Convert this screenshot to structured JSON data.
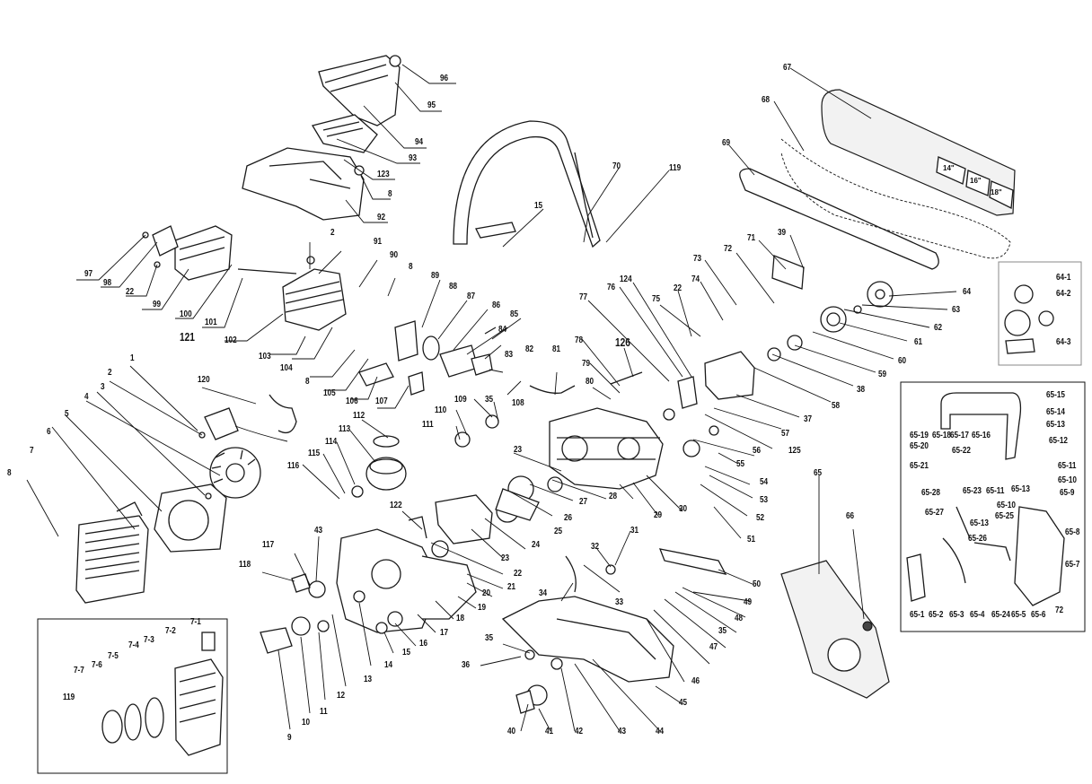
{
  "labels": {
    "l96": "96",
    "l95": "95",
    "l94": "94",
    "l93": "93",
    "l123": "123",
    "l8a": "8",
    "l92": "92",
    "l97": "97",
    "l98": "98",
    "l22a": "22",
    "l99": "99",
    "l100": "100",
    "l2a": "2",
    "l91": "91",
    "l90": "90",
    "l8b": "8",
    "l101": "101",
    "l102": "102",
    "l89": "89",
    "l88": "88",
    "l87": "87",
    "l86": "86",
    "l85": "85",
    "l121": "121",
    "l103": "103",
    "l104": "104",
    "l8c": "8",
    "l105": "105",
    "l106": "106",
    "l107": "107",
    "l84": "84",
    "l83": "83",
    "l82": "82",
    "l108": "108",
    "l81": "81",
    "l1": "1",
    "l120": "120",
    "l2b": "2",
    "l3": "3",
    "l4": "4",
    "l5": "5",
    "l6": "6",
    "l7": "7",
    "l8d": "8",
    "l112": "112",
    "l113": "113",
    "l114": "114",
    "l115": "115",
    "l116": "116",
    "l110": "110",
    "l109": "109",
    "l35a": "35",
    "l111": "111",
    "l70": "70",
    "l119a": "119",
    "l15a": "15",
    "l67": "67",
    "l68": "68",
    "l69": "69",
    "l39": "39",
    "l71": "71",
    "l72": "72",
    "l73": "73",
    "l74": "74",
    "l22b": "22",
    "l124": "124",
    "l76": "76",
    "l75": "75",
    "l77": "77",
    "l78": "78",
    "l126": "126",
    "l79": "79",
    "l80": "80",
    "l64": "64",
    "l63": "63",
    "l62": "62",
    "l61": "61",
    "l60": "60",
    "l59": "59",
    "l38": "38",
    "l58": "58",
    "l37": "37",
    "l57": "57",
    "l125": "125",
    "l56": "56",
    "l55": "55",
    "l54": "54",
    "l53": "53",
    "l52": "52",
    "l51": "51",
    "l30": "30",
    "l29": "29",
    "l28": "28",
    "l27": "27",
    "l26": "26",
    "l25": "25",
    "l24": "24",
    "l23a": "23",
    "l23b": "23",
    "l22c": "22",
    "l122": "122",
    "l21": "21",
    "l20": "20",
    "l19": "19",
    "l18": "18",
    "l17": "17",
    "l16": "16",
    "l15b": "15",
    "l14": "14",
    "l13": "13",
    "l12": "12",
    "l11": "11",
    "l10": "10",
    "l9": "9",
    "l43a": "43",
    "l117": "117",
    "l118": "118",
    "l32": "32",
    "l31": "31",
    "l33": "33",
    "l34": "34",
    "l35b": "35",
    "l36": "36",
    "l40": "40",
    "l41": "41",
    "l42": "42",
    "l43b": "43",
    "l44": "44",
    "l45": "45",
    "l46": "46",
    "l47": "47",
    "l48": "48",
    "l35c": "35",
    "l49": "49",
    "l50": "50",
    "l65": "65",
    "l66": "66",
    "l7_1": "7-1",
    "l7_2": "7-2",
    "l7_3": "7-3",
    "l7_4": "7-4",
    "l7_5": "7-5",
    "l7_6": "7-6",
    "l7_7": "7-7",
    "l119b": "119",
    "l64_1": "64-1",
    "l64_2": "64-2",
    "l64_3": "64-3",
    "l65_15": "65-15",
    "l65_14": "65-14",
    "l65_13a": "65-13",
    "l65_12": "65-12",
    "l65_11": "65-11",
    "l65_10": "65-10",
    "l65_9": "65-9",
    "l65_8": "65-8",
    "l65_7": "65-7",
    "l72b": "72",
    "l65_19": "65-19",
    "l65_20": "65-20",
    "l65_21": "65-21",
    "l65_17": "65-17",
    "l65_16": "65-16",
    "l65_18": "65-18",
    "l65_22": "65-22",
    "l65_23": "65-23",
    "l65_13b": "65-13",
    "l65_11b": "65-11",
    "l65_10b": "65-10",
    "l65_28": "65-28",
    "l65_27": "65-27",
    "l65_25": "65-25",
    "l65_13c": "65-13",
    "l65_26": "65-26",
    "l65_24": "65-24",
    "l65_1": "65-1",
    "l65_2": "65-2",
    "l65_3": "65-3",
    "l65_4": "65-4",
    "l65_5": "65-5",
    "l65_6": "65-6"
  },
  "bar_sizes": {
    "s14": "14\"",
    "s16": "16\"",
    "s18": "18\""
  }
}
